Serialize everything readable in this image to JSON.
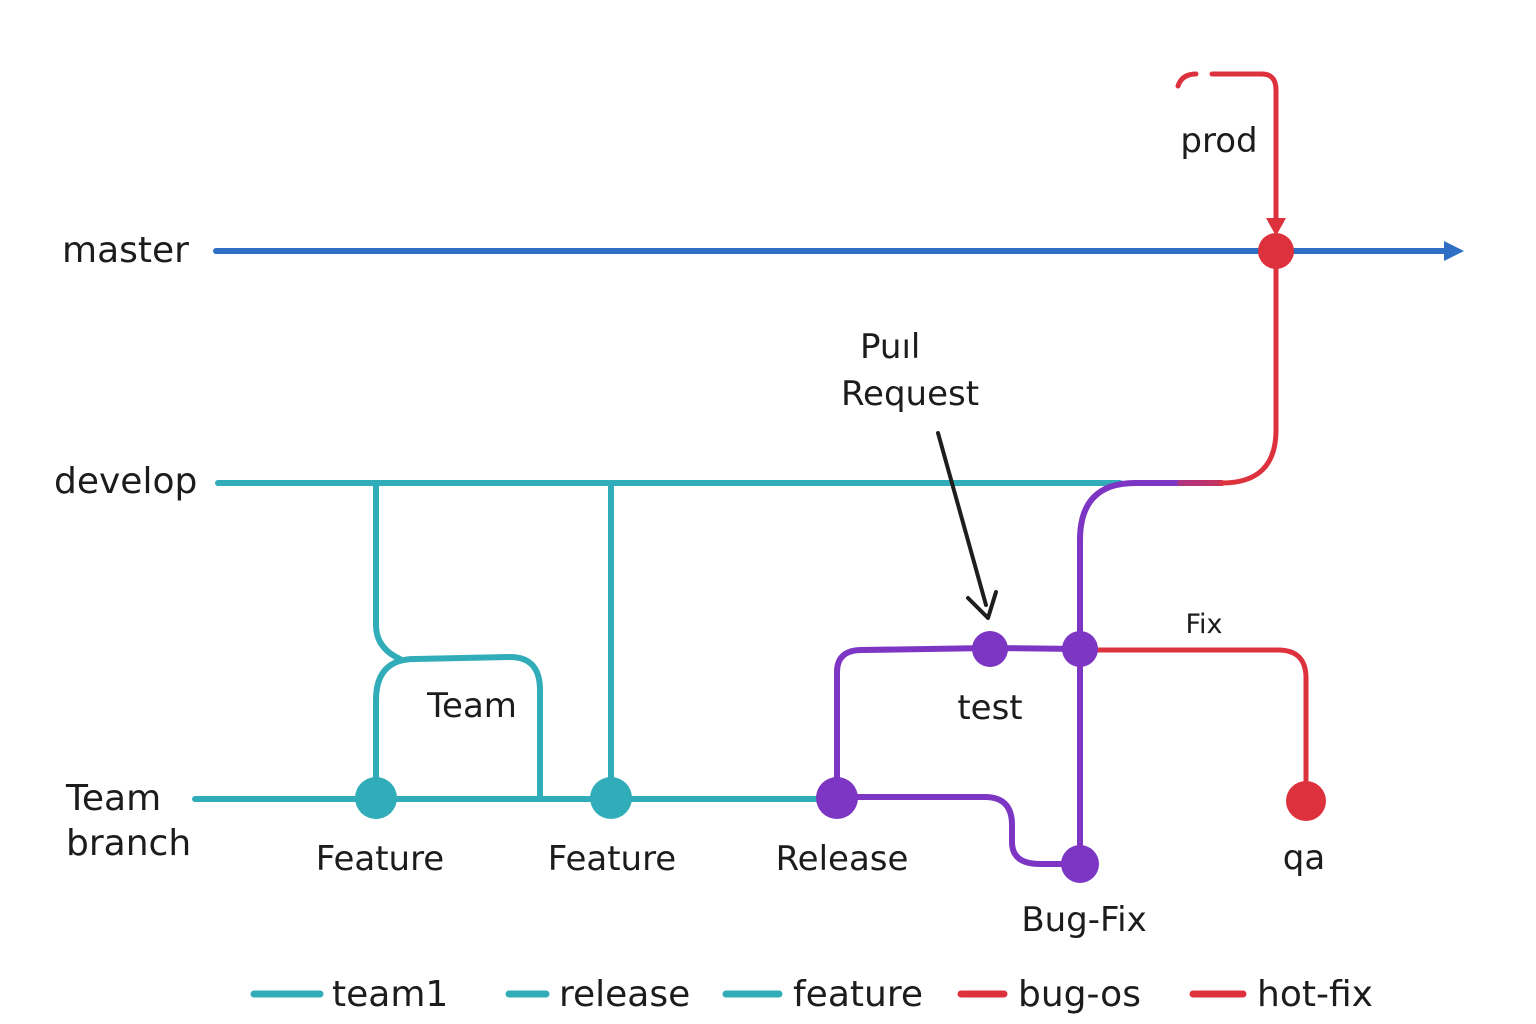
{
  "lanes": {
    "master": "master",
    "develop": "develop",
    "team_branch_line1": "Team",
    "team_branch_line2": "branch"
  },
  "nodes": {
    "feature_1": "Feature",
    "feature_2": "Feature",
    "release": "Release",
    "bug_fix": "Bug-Fix",
    "qa": "qa",
    "test": "test"
  },
  "annotations": {
    "team": "Team",
    "pull_request_line1": "Puıl",
    "pull_request_line2": "Request",
    "prod": "prod",
    "fix": "Fix"
  },
  "legend": [
    {
      "label": "team1",
      "color": "#31adb9"
    },
    {
      "label": "release",
      "color": "#31adb9"
    },
    {
      "label": "feature",
      "color": "#31adb9"
    },
    {
      "label": "bug-os",
      "color": "#dd323d"
    },
    {
      "label": "hot-fix",
      "color": "#dd323d"
    }
  ],
  "colors": {
    "master": "#2f6ec5",
    "develop": "#31adb9",
    "team": "#31adb9",
    "release": "#7d35c4",
    "hotfix": "#dd323d",
    "arrow": "#1e1e1e"
  }
}
